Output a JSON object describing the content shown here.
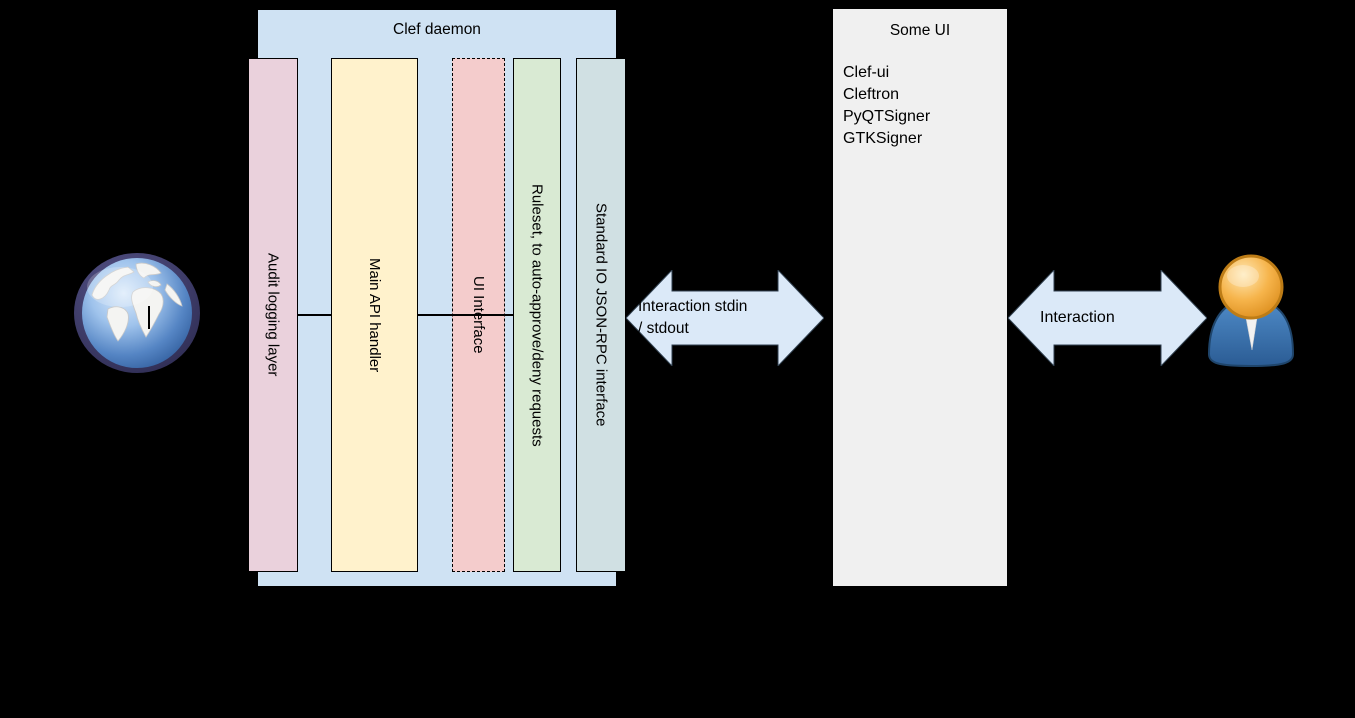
{
  "canvas": {
    "background": "#000000"
  },
  "clef_daemon": {
    "title": "Clef daemon",
    "fill": "#cfe2f3",
    "layers": [
      {
        "label": "Audit logging layer",
        "fill": "#ead1dc"
      },
      {
        "label": "Main API handler",
        "fill": "#fff2cc"
      },
      {
        "label": "UI Interface",
        "fill": "#f4cccc"
      },
      {
        "label": "Ruleset, to auto-approve/deny requests",
        "fill": "#d9ead3"
      },
      {
        "label": "Standard IO JSON-RPC interface",
        "fill": "#d0e0e3"
      }
    ]
  },
  "some_ui": {
    "title": "Some UI",
    "fill": "#f0f0f0",
    "items": [
      "Clef-ui",
      "Cleftron",
      "PyQTSigner",
      "GTKSigner"
    ]
  },
  "arrows": {
    "fill": "#dbe9f8",
    "stdio_label_line1": "Interaction stdin",
    "stdio_label_line2": "/ stdout",
    "user_label": "Interaction"
  },
  "icons": {
    "globe": "globe-icon",
    "user": "person-icon"
  }
}
